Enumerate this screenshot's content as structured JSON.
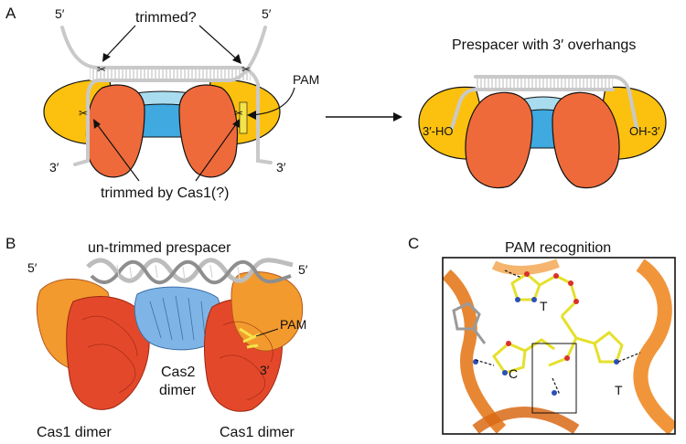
{
  "panel_a": {
    "letter": "A",
    "five_prime_left": "5′",
    "five_prime_right": "5′",
    "three_prime_left": "3′",
    "three_prime_right": "3′",
    "trimmed_question": "trimmed?",
    "pam": "PAM",
    "trimmed_by_cas1": "trimmed by Cas1(?)",
    "result_title": "Prespacer with 3′ overhangs",
    "ho_end": "3′-HO",
    "oh_end": "OH-3′"
  },
  "panel_b": {
    "letter": "B",
    "title": "un-trimmed prespacer",
    "five_prime_left": "5′",
    "five_prime_right": "5′",
    "pam": "PAM",
    "three_prime": "3′",
    "cas2_line1": "Cas2",
    "cas2_line2": "dimer",
    "cas1_left": "Cas1 dimer",
    "cas1_right": "Cas1 dimer"
  },
  "panel_c": {
    "letter": "C",
    "title": "PAM recognition",
    "base_t1": "T",
    "base_c": "C",
    "base_t2": "T"
  },
  "colors": {
    "cas1_orange_red": "#ef6a3a",
    "cas1_yellow": "#fbc10e",
    "cas2_blue": "#3fa9e0",
    "cas2_light": "#a9dcef",
    "dna_grey": "#c9c9c9",
    "pam_yellow": "#f4e34a"
  }
}
